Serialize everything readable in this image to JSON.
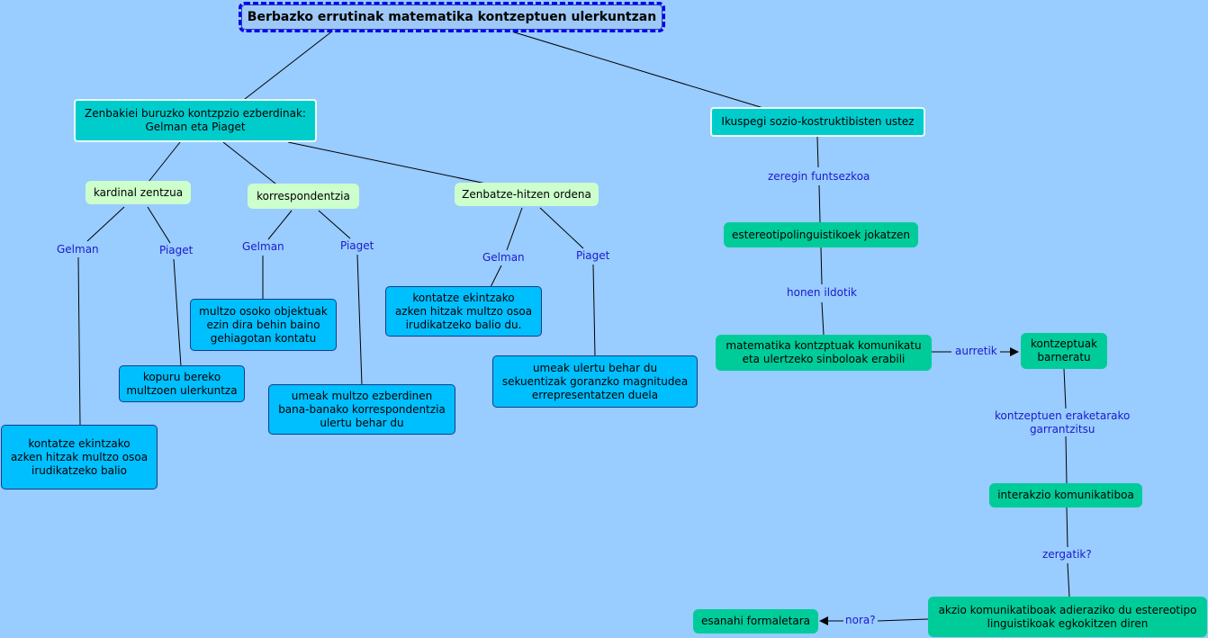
{
  "title": "Berbazko errutinak matematika kontzeptuen ulerkuntzan",
  "nodes": {
    "gelman_piaget": "Zenbakiei buruzko kontzpzio ezberdinak:\nGelman eta Piaget",
    "ikuspegi": "Ikuspegi sozio-kostruktibisten ustez",
    "kardinal": "kardinal zentzua",
    "korrespondentzia": "korrespondentzia",
    "zenbatze": "Zenbatze-hitzen ordena",
    "kard_gelman": "kontatze ekintzako\nazken hitzak multzo osoa\nirudikatzeko balio",
    "kard_piaget": "kopuru bereko\nmultzoen ulerkuntza",
    "korr_gelman": "multzo osoko objektuak\nezin dira behin baino\ngehiagotan kontatu",
    "korr_piaget": "umeak multzo ezberdinen\nbana-banako korrespondentzia\nulertu behar du",
    "zenb_gelman": "kontatze ekintzako\nazken hitzak multzo osoa\nirudikatzeko balio du.",
    "zenb_piaget": "umeak ulertu behar du\nsekuentizak goranzko magnitudea\nerrepresentatzen duela",
    "estereotipo": "estereotipolinguistikoek jokatzen",
    "matematika": "matematika kontzptuak komunikatu\neta ulertzeko sinboloak erabili",
    "kontzeptuak": "kontzeptuak\nbarneratu",
    "interakzio": "interakzio komunikatiboa",
    "akzio": "akzio  komunikatiboak adieraziko du estereotipo\nlinguistikoak egkokitzen diren",
    "esanahi": "esanahi formaletara"
  },
  "links": {
    "gelman_1": "Gelman",
    "piaget_1": "Piaget",
    "gelman_2": "Gelman",
    "piaget_2": "Piaget",
    "gelman_3": "Gelman",
    "piaget_3": "Piaget",
    "zeregin": "zeregin funtsezkoa",
    "honen": "honen ildotik",
    "aurretik": "aurretik",
    "kontzeptuen": "kontzeptuen eraketarako\ngarrantzitsu",
    "zergatik": "zergatik?",
    "nora": "nora?"
  }
}
